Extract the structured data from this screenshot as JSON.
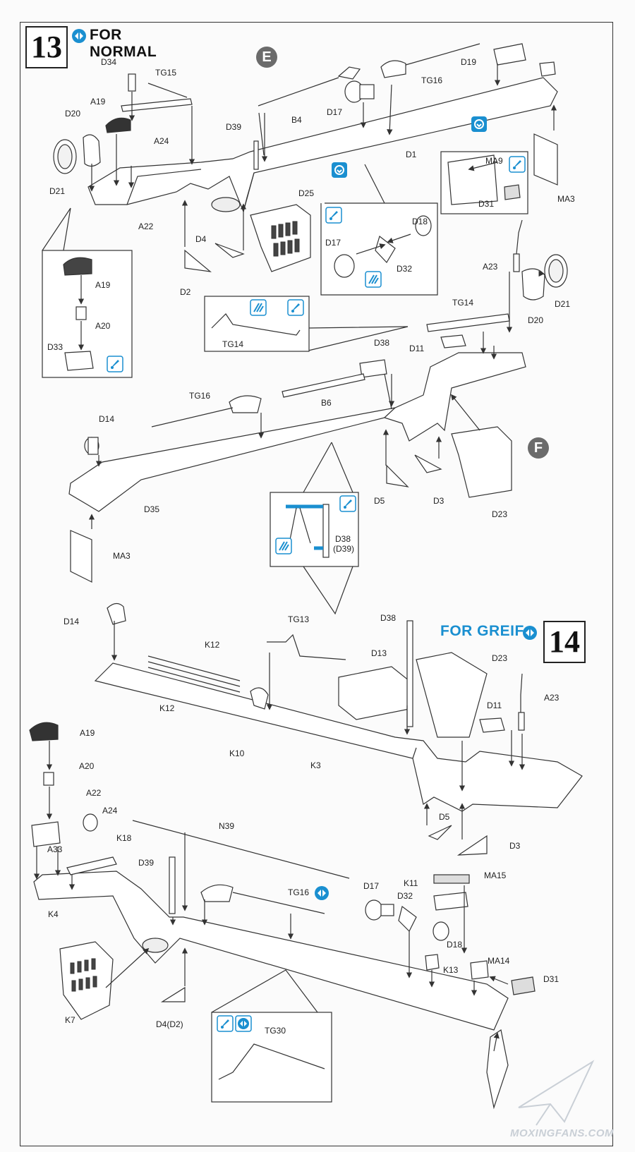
{
  "steps": [
    {
      "number": "13",
      "title": "FOR NORMAL",
      "title_color": "#1a8fd0"
    },
    {
      "number": "14",
      "title": "FOR GREIF",
      "title_color": "#1a8fd0"
    }
  ],
  "assembly_badges": [
    "E",
    "F"
  ],
  "labels_step13": {
    "D34": "D34",
    "TG15": "TG15",
    "A19": "A19",
    "D20": "D20",
    "A24": "A24",
    "D21": "D21",
    "A22": "A22",
    "D39": "D39",
    "B4": "B4",
    "D17": "D17",
    "TG16": "TG16",
    "D19": "D19",
    "D1": "D1",
    "MA9": "MA9",
    "D31": "D31",
    "MA3": "MA3",
    "D25": "D25",
    "D4": "D4",
    "D2": "D2",
    "D18": "D18",
    "D32": "D32",
    "A19b": "A19",
    "A20": "A20",
    "D33": "D33",
    "A23": "A23",
    "D21b": "D21",
    "D20b": "D20",
    "TG14": "TG14",
    "D11": "D11",
    "TG14b": "TG14",
    "D38": "D38",
    "B6": "B6",
    "TG16b": "TG16",
    "D14": "D14",
    "D35": "D35",
    "D5": "D5",
    "D3": "D3",
    "D23": "D23",
    "MA3b": "MA3",
    "D38c": "D38",
    "D39c": "(D39)"
  },
  "labels_step14": {
    "D14": "D14",
    "TG13": "TG13",
    "D38": "D38",
    "K12": "K12",
    "K12b": "K12",
    "D13": "D13",
    "D23": "D23",
    "A19": "A19",
    "D11": "D11",
    "A23": "A23",
    "K10": "K10",
    "K3": "K3",
    "A20": "A20",
    "A22": "A22",
    "A24": "A24",
    "N39": "N39",
    "D5": "D5",
    "D3": "D3",
    "A33": "A33",
    "K18": "K18",
    "D39": "D39",
    "TG16": "TG16",
    "D17": "D17",
    "K11": "K11",
    "MA15": "MA15",
    "D32": "D32",
    "K4": "K4",
    "D18": "D18",
    "K13": "K13",
    "MA14": "MA14",
    "D31": "D31",
    "K7": "K7",
    "D4": "D4(D2)",
    "TG30": "TG30"
  },
  "watermark": "MOXINGFANS.COM",
  "colors": {
    "accent": "#1a8fd0",
    "ink": "#333333",
    "badge": "#6b6b6b"
  }
}
